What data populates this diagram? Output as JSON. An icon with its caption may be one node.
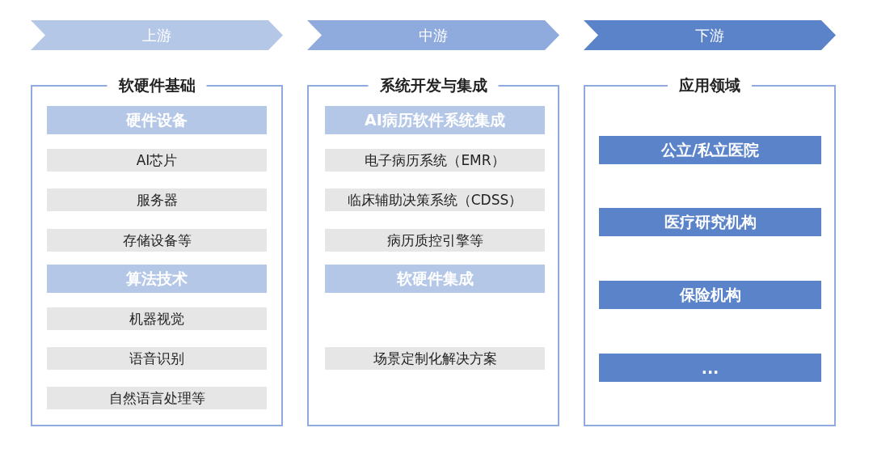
{
  "diagram": {
    "nodes": [
      {
        "text": [
          "上游"
        ]
      },
      {
        "text": [
          "中游"
        ]
      },
      {
        "text": [
          "下游"
        ]
      },
      {
        "text": [
          "软硬件基础"
        ]
      },
      {
        "text": [
          "硬件设备"
        ],
        "in": 3
      },
      {
        "text": [
          "AI芯片"
        ],
        "in": 3
      },
      {
        "text": [
          "服务器"
        ],
        "in": 3
      },
      {
        "text": [
          "存储设备等"
        ],
        "in": 3
      },
      {
        "text": [
          "算法技术"
        ],
        "in": 3
      },
      {
        "text": [
          "机器视觉"
        ],
        "in": 3
      },
      {
        "text": [
          "语音识别"
        ],
        "in": 3
      },
      {
        "text": [
          "自然语言处理等"
        ],
        "in": 3
      },
      {
        "text": [
          "系统开发与集成"
        ]
      },
      {
        "text": [
          "AI病历软件系统集成"
        ],
        "in": 12
      },
      {
        "text": [
          "电子病历系统（EMR）"
        ],
        "in": 12
      },
      {
        "text": [
          "临床辅助决策系统（CDSS）"
        ],
        "in": 12
      },
      {
        "text": [
          "病历质控引擎等"
        ],
        "in": 12
      },
      {
        "text": [
          "软硬件集成"
        ],
        "in": 12
      },
      {
        "text": [
          "场景定制化解决方案"
        ],
        "in": 12
      },
      {
        "text": [
          "应用领域"
        ]
      },
      {
        "text": [
          "公立/私立医院"
        ],
        "in": 19
      },
      {
        "text": [
          "医疗研究机构"
        ],
        "in": 19
      },
      {
        "text": [
          "保险机构"
        ],
        "in": 19
      },
      {
        "text": [
          "..."
        ],
        "in": 19
      }
    ],
    "edges": []
  }
}
